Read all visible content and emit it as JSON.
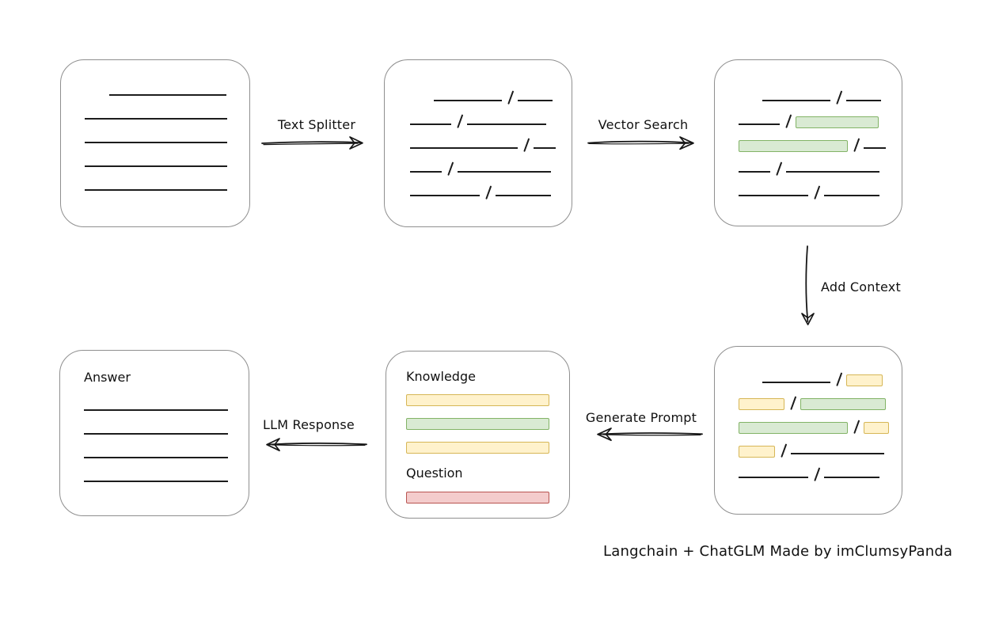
{
  "caption": "Langchain + ChatGLM Made by imClumsyPanda",
  "colors": {
    "line": "#1c1c1c",
    "box_border": "#8f8f8f",
    "green_fill": "#d9ead3",
    "green_border": "#82b366",
    "yellow_fill": "#fff2cc",
    "yellow_border": "#d6b656",
    "red_fill": "#f4cccc",
    "red_border": "#b85450"
  },
  "arrows": {
    "text_splitter": {
      "label": "Text Splitter",
      "direction": "right"
    },
    "vector_search": {
      "label": "Vector Search",
      "direction": "right"
    },
    "add_context": {
      "label": "Add Context",
      "direction": "down"
    },
    "generate_prompt": {
      "label": "Generate Prompt",
      "direction": "left"
    },
    "llm_response": {
      "label": "LLM Response",
      "direction": "left"
    }
  },
  "boxes": {
    "document": {
      "rows": [
        {
          "ind": 31,
          "segs": [
            {
              "t": "line",
              "w": 148
            }
          ]
        },
        {
          "segs": [
            {
              "t": "line",
              "w": 180
            }
          ]
        },
        {
          "segs": [
            {
              "t": "line",
              "w": 180
            }
          ]
        },
        {
          "segs": [
            {
              "t": "line",
              "w": 180
            }
          ]
        },
        {
          "segs": [
            {
              "t": "line",
              "w": 180
            }
          ]
        }
      ]
    },
    "chunks": {
      "rows": [
        {
          "ind": 30,
          "segs": [
            {
              "t": "line",
              "w": 86
            },
            {
              "t": "slash"
            },
            {
              "t": "line",
              "w": 44
            }
          ]
        },
        {
          "segs": [
            {
              "t": "line",
              "w": 52
            },
            {
              "t": "slash"
            },
            {
              "t": "line",
              "w": 100
            }
          ]
        },
        {
          "segs": [
            {
              "t": "line",
              "w": 136
            },
            {
              "t": "slash"
            },
            {
              "t": "line",
              "w": 28
            }
          ]
        },
        {
          "segs": [
            {
              "t": "line",
              "w": 40
            },
            {
              "t": "slash"
            },
            {
              "t": "line",
              "w": 118
            }
          ]
        },
        {
          "segs": [
            {
              "t": "line",
              "w": 88
            },
            {
              "t": "slash"
            },
            {
              "t": "line",
              "w": 70
            }
          ]
        }
      ]
    },
    "matched_chunks": {
      "rows": [
        {
          "ind": 30,
          "segs": [
            {
              "t": "line",
              "w": 86
            },
            {
              "t": "slash"
            },
            {
              "t": "line",
              "w": 44
            }
          ]
        },
        {
          "segs": [
            {
              "t": "line",
              "w": 52
            },
            {
              "t": "slash"
            },
            {
              "t": "green",
              "w": 105
            }
          ]
        },
        {
          "segs": [
            {
              "t": "green",
              "w": 138
            },
            {
              "t": "slash"
            },
            {
              "t": "line",
              "w": 28
            }
          ]
        },
        {
          "segs": [
            {
              "t": "line",
              "w": 40
            },
            {
              "t": "slash"
            },
            {
              "t": "line",
              "w": 118
            }
          ]
        },
        {
          "segs": [
            {
              "t": "line",
              "w": 88
            },
            {
              "t": "slash"
            },
            {
              "t": "line",
              "w": 70
            }
          ]
        }
      ]
    },
    "context_chunks": {
      "rows": [
        {
          "ind": 30,
          "segs": [
            {
              "t": "line",
              "w": 86
            },
            {
              "t": "slash"
            },
            {
              "t": "yellow",
              "w": 46
            }
          ]
        },
        {
          "segs": [
            {
              "t": "yellow",
              "w": 58
            },
            {
              "t": "slash"
            },
            {
              "t": "green",
              "w": 108
            }
          ]
        },
        {
          "segs": [
            {
              "t": "green",
              "w": 138
            },
            {
              "t": "slash"
            },
            {
              "t": "yellow",
              "w": 32
            }
          ]
        },
        {
          "segs": [
            {
              "t": "yellow",
              "w": 46
            },
            {
              "t": "slash"
            },
            {
              "t": "line",
              "w": 118
            }
          ]
        },
        {
          "segs": [
            {
              "t": "line",
              "w": 88
            },
            {
              "t": "slash"
            },
            {
              "t": "line",
              "w": 70
            }
          ]
        }
      ]
    },
    "prompt": {
      "knowledge_label": "Knowledge",
      "question_label": "Question",
      "knowledge_bars": [
        "yellow",
        "green",
        "yellow"
      ],
      "question_bars": [
        "red"
      ]
    },
    "answer": {
      "label": "Answer",
      "rows": [
        {
          "segs": [
            {
              "t": "line",
              "w": 182
            }
          ]
        },
        {
          "segs": [
            {
              "t": "line",
              "w": 182
            }
          ]
        },
        {
          "segs": [
            {
              "t": "line",
              "w": 182
            }
          ]
        },
        {
          "segs": [
            {
              "t": "line",
              "w": 182
            }
          ]
        }
      ]
    }
  }
}
